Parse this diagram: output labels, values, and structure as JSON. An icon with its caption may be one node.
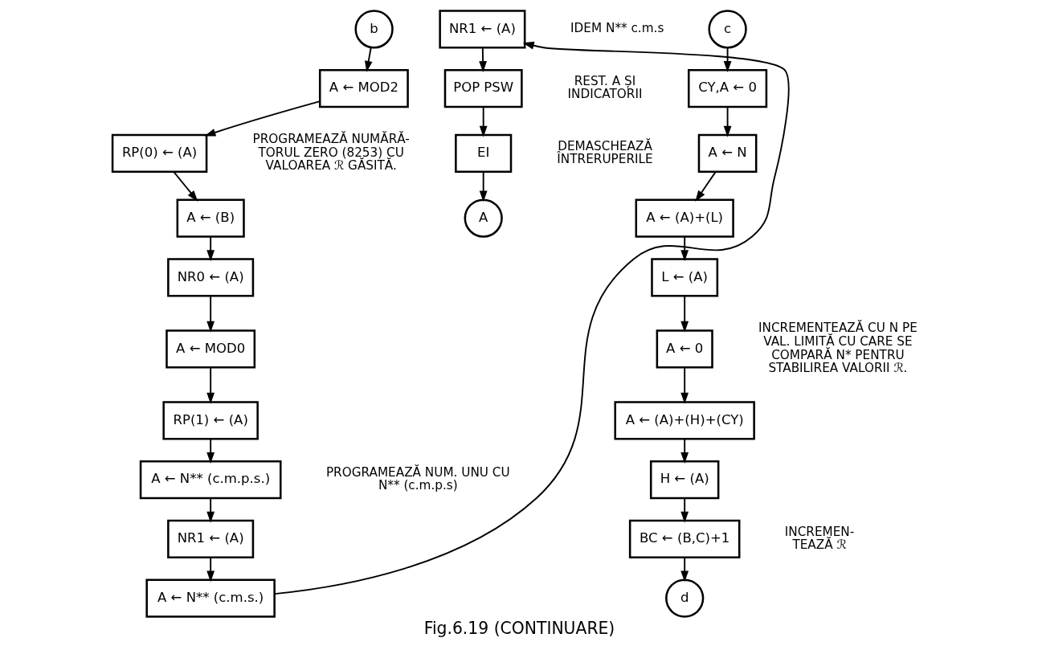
{
  "diagram": {
    "caption": "Fig.6.19 (CONTINUARE)",
    "nodes": [
      {
        "text": [
          "b"
        ]
      },
      {
        "text": [
          "A ← MOD2"
        ]
      },
      {
        "text": [
          "RP(0) ← (A)"
        ]
      },
      {
        "text": [
          "A ← (B)"
        ]
      },
      {
        "text": [
          "NR0 ← (A)"
        ]
      },
      {
        "text": [
          "A ← MOD0"
        ]
      },
      {
        "text": [
          "RP(1) ← (A)"
        ]
      },
      {
        "text": [
          "A ← N** (c.m.p.s.)"
        ]
      },
      {
        "text": [
          "NR1 ← (A)"
        ]
      },
      {
        "text": [
          "A ← N** (c.m.s.)"
        ]
      },
      {
        "text": [
          "NR1 ← (A)"
        ],
        "beside": [
          "IDEM N** c.m.s"
        ]
      },
      {
        "text": [
          "POP PSW"
        ],
        "beside": [
          "REST. A ȘI INDICATORII"
        ]
      },
      {
        "text": [
          "EI"
        ],
        "beside": [
          "DEMASCHEAZĂ ÎNTRERUPERILE"
        ]
      },
      {
        "text": [
          "A"
        ]
      },
      {
        "text": [
          "c"
        ]
      },
      {
        "text": [
          "CY,A ← 0"
        ]
      },
      {
        "text": [
          "A ← N"
        ]
      },
      {
        "text": [
          "A ← (A)+(L)"
        ]
      },
      {
        "text": [
          "L ← (A)"
        ]
      },
      {
        "text": [
          "A ← 0"
        ]
      },
      {
        "text": [
          "A ← (A)+(H)+(CY)"
        ]
      },
      {
        "text": [
          "H ← (A)"
        ]
      },
      {
        "text": [
          "BC ← (B,C)+1"
        ],
        "beside": [
          "INCREMEN- TEAZĂ ℛ"
        ]
      },
      {
        "text": [
          "d"
        ]
      }
    ],
    "edges": [
      {
        "from": 0,
        "to": 1,
        "arrow": "to"
      },
      {
        "from": 1,
        "to": 2,
        "arrow": "to"
      },
      {
        "from": 2,
        "to": 3,
        "arrow": "to"
      },
      {
        "from": 3,
        "to": 4,
        "arrow": "to"
      },
      {
        "from": 4,
        "to": 5,
        "arrow": "to"
      },
      {
        "from": 5,
        "to": 6,
        "arrow": "to"
      },
      {
        "from": 6,
        "to": 7,
        "arrow": "to"
      },
      {
        "from": 7,
        "to": 8,
        "arrow": "to"
      },
      {
        "from": 8,
        "to": 9,
        "arrow": "to"
      },
      {
        "from": 9,
        "to": 10,
        "arrow": "to"
      },
      {
        "from": 10,
        "to": 11,
        "arrow": "to"
      },
      {
        "from": 11,
        "to": 12,
        "arrow": "to"
      },
      {
        "from": 12,
        "to": 13,
        "arrow": "to"
      },
      {
        "from": 14,
        "to": 15,
        "arrow": "to"
      },
      {
        "from": 15,
        "to": 16,
        "arrow": "to"
      },
      {
        "from": 16,
        "to": 17,
        "arrow": "to"
      },
      {
        "from": 17,
        "to": 18,
        "arrow": "to"
      },
      {
        "from": 18,
        "to": 19,
        "arrow": "to"
      },
      {
        "from": 19,
        "to": 20,
        "arrow": "to"
      },
      {
        "from": 20,
        "to": 21,
        "arrow": "to"
      },
      {
        "from": 21,
        "to": 22,
        "arrow": "to"
      },
      {
        "from": 22,
        "to": 23,
        "arrow": "to"
      }
    ],
    "labels": [
      "PROGRAMEAZĂ NUMĂRĂ- TORUL ZERO (8253) CU VALOAREA ℛ GĂSITĂ.",
      "PROGRAMEAZĂ NUM. UNU CU N** (c.m.p.s)",
      "INCREMENTEAZĂ CU N PE VAL. LIMITĂ CU CARE SE COMPARĂ N* PENTRU STABILIREA VALORII ℛ."
    ]
  }
}
